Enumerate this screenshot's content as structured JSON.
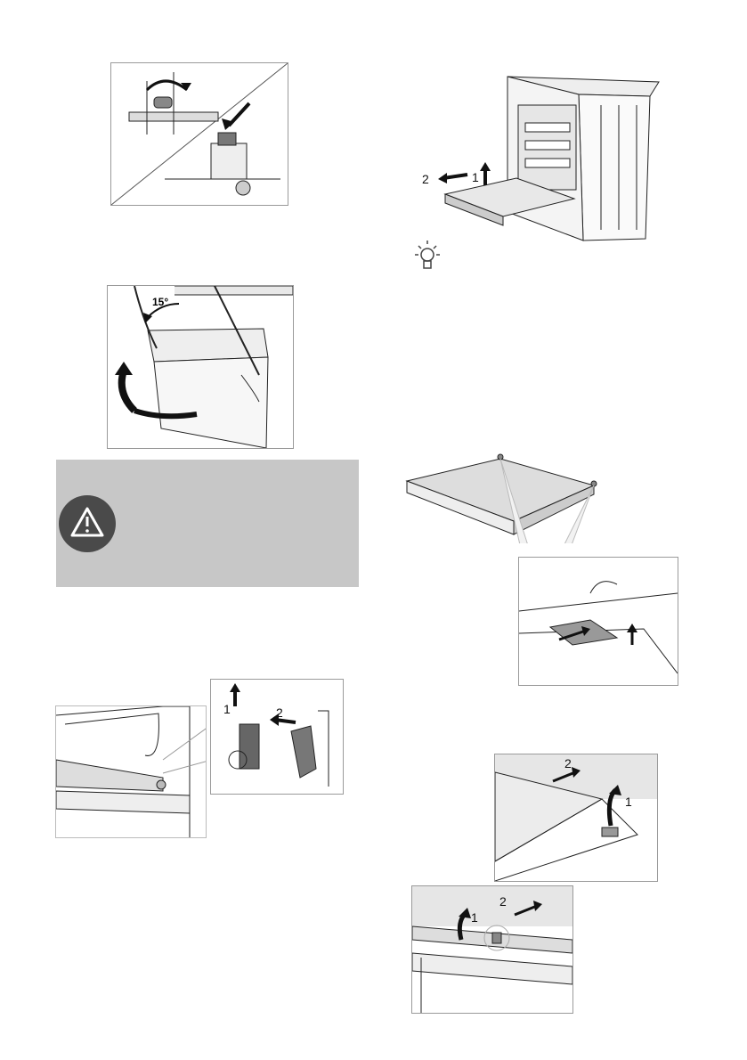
{
  "figures": {
    "hinge_clip": {
      "icon": "hinge-lever-rotate"
    },
    "cooker_door_pull": {
      "label_pull": "2",
      "label_lift": "1"
    },
    "tip_icon": {
      "icon": "lightbulb-icon"
    },
    "door_tilt": {
      "angle_label": "15°"
    },
    "warning_box": {
      "icon": "warning-triangle-icon"
    },
    "inner_glass_clip": {
      "label_1": "1",
      "label_2": "2"
    },
    "door_glass_panel": {},
    "glass_lift_top": {
      "label_2": "2",
      "label_1": "1"
    },
    "glass_lift_bottom": {
      "label_2": "2",
      "label_1": "1"
    }
  },
  "colors": {
    "warning_bg": "#c7c7c7",
    "warning_circle": "#4a4a4a",
    "line": "#222222"
  }
}
